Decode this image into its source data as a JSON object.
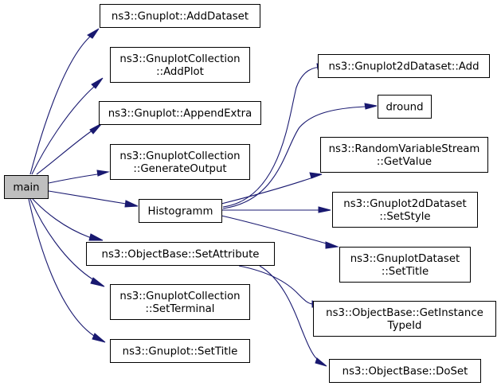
{
  "graph": {
    "colors": {
      "edge": "#191970",
      "node_border": "#000000",
      "root_fill": "#bfbfbf",
      "node_fill": "#ffffff"
    },
    "nodes": [
      {
        "id": "main",
        "label": "main",
        "lines": [
          "main"
        ],
        "root": true
      },
      {
        "id": "add_dataset",
        "label": "ns3::Gnuplot::AddDataset",
        "lines": [
          "ns3::Gnuplot::AddDataset"
        ]
      },
      {
        "id": "add_plot",
        "label": "ns3::GnuplotCollection ::AddPlot",
        "lines": [
          "ns3::GnuplotCollection",
          "::AddPlot"
        ]
      },
      {
        "id": "append_extra",
        "label": "ns3::Gnuplot::AppendExtra",
        "lines": [
          "ns3::Gnuplot::AppendExtra"
        ]
      },
      {
        "id": "generate_output",
        "label": "ns3::GnuplotCollection ::GenerateOutput",
        "lines": [
          "ns3::GnuplotCollection",
          "::GenerateOutput"
        ]
      },
      {
        "id": "histogramm",
        "label": "Histogramm",
        "lines": [
          "Histogramm"
        ]
      },
      {
        "id": "set_attribute",
        "label": "ns3::ObjectBase::SetAttribute",
        "lines": [
          "ns3::ObjectBase::SetAttribute"
        ]
      },
      {
        "id": "set_terminal",
        "label": "ns3::GnuplotCollection ::SetTerminal",
        "lines": [
          "ns3::GnuplotCollection",
          "::SetTerminal"
        ]
      },
      {
        "id": "set_title_gnuplot",
        "label": "ns3::Gnuplot::SetTitle",
        "lines": [
          "ns3::Gnuplot::SetTitle"
        ]
      },
      {
        "id": "add_2d",
        "label": "ns3::Gnuplot2dDataset::Add",
        "lines": [
          "ns3::Gnuplot2dDataset::Add"
        ]
      },
      {
        "id": "dround",
        "label": "dround",
        "lines": [
          "dround"
        ]
      },
      {
        "id": "get_value",
        "label": "ns3::RandomVariableStream ::GetValue",
        "lines": [
          "ns3::RandomVariableStream",
          "::GetValue"
        ]
      },
      {
        "id": "set_style",
        "label": "ns3::Gnuplot2dDataset ::SetStyle",
        "lines": [
          "ns3::Gnuplot2dDataset",
          "::SetStyle"
        ]
      },
      {
        "id": "set_title_dataset",
        "label": "ns3::GnuplotDataset ::SetTitle",
        "lines": [
          "ns3::GnuplotDataset",
          "::SetTitle"
        ]
      },
      {
        "id": "get_instance_typeid",
        "label": "ns3::ObjectBase::GetInstance TypeId",
        "lines": [
          "ns3::ObjectBase::GetInstance",
          "TypeId"
        ]
      },
      {
        "id": "do_set",
        "label": "ns3::ObjectBase::DoSet",
        "lines": [
          "ns3::ObjectBase::DoSet"
        ]
      }
    ],
    "edges": [
      {
        "from": "main",
        "to": "add_dataset"
      },
      {
        "from": "main",
        "to": "add_plot"
      },
      {
        "from": "main",
        "to": "append_extra"
      },
      {
        "from": "main",
        "to": "generate_output"
      },
      {
        "from": "main",
        "to": "histogramm"
      },
      {
        "from": "main",
        "to": "set_attribute"
      },
      {
        "from": "main",
        "to": "set_terminal"
      },
      {
        "from": "main",
        "to": "set_title_gnuplot"
      },
      {
        "from": "histogramm",
        "to": "add_2d"
      },
      {
        "from": "histogramm",
        "to": "dround"
      },
      {
        "from": "histogramm",
        "to": "get_value"
      },
      {
        "from": "histogramm",
        "to": "set_style"
      },
      {
        "from": "histogramm",
        "to": "set_title_dataset"
      },
      {
        "from": "set_attribute",
        "to": "get_instance_typeid"
      },
      {
        "from": "set_attribute",
        "to": "do_set"
      }
    ]
  }
}
